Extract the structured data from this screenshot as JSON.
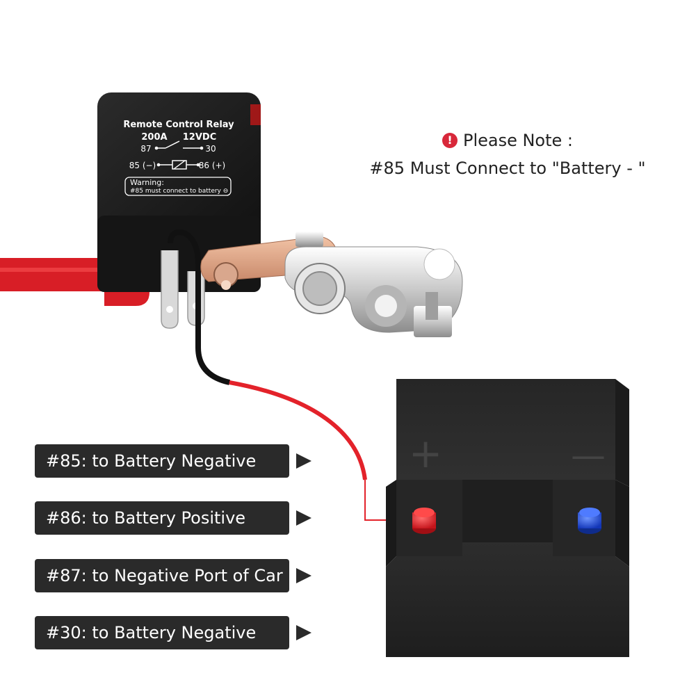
{
  "relay": {
    "title": "Remote Control Relay",
    "rating_current": "200A",
    "rating_voltage": "12VDC",
    "terminal_87": "87",
    "terminal_30": "30",
    "terminal_85": "85 (−)",
    "terminal_86": "86 (+)",
    "warning_title": "Warning:",
    "warning_text": "#85 must connect to battery ⊖"
  },
  "note": {
    "badge": "!",
    "heading": "Please Note :",
    "text": "#85 Must Connect to \"Battery - \""
  },
  "battery": {
    "positive_symbol": "+",
    "negative_symbol": "—"
  },
  "labels": [
    {
      "text": "#85: to Battery Negative"
    },
    {
      "text": "#86: to Battery Positive"
    },
    {
      "text": "#87: to Negative Port of Car"
    },
    {
      "text": "#30: to Battery Negative"
    }
  ],
  "colors": {
    "wire_red": "#e3222a",
    "wire_black": "#111111",
    "positive_cap": "#e51d24",
    "negative_cap": "#1f50e0",
    "relay_body": "#1a1a1a",
    "battery_body": "#2a2a2a"
  }
}
